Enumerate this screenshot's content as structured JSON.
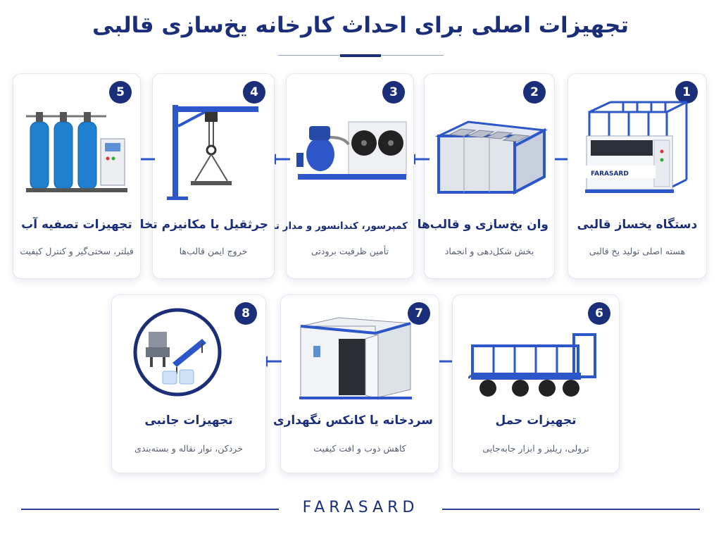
{
  "page": {
    "title": "تجهیزات اصلی برای احداث کارخانه یخ‌سازی قالبی",
    "brand": "FARASARD"
  },
  "colors": {
    "primary": "#1a2e7a",
    "accent": "#2d56c8"
  },
  "steps": [
    {
      "number": "1",
      "title": "دستگاه یخساز قالبی",
      "description": "هسته اصلی تولید یخ قالبی",
      "icon": "ice-machine-icon",
      "label": "FARASARD"
    },
    {
      "number": "2",
      "title": "وان یخ‌سازی و قالب‌ها",
      "description": "بخش شکل‌دهی و انجماد",
      "icon": "ice-tank-icon"
    },
    {
      "number": "3",
      "title": "کمپرسور، کندانسور و مدار تبرید",
      "description": "تأمین ظرفیت برودتی",
      "icon": "compressor-icon"
    },
    {
      "number": "4",
      "title": "جرثقیل یا مکانیزم تخلیه",
      "description": "خروج ایمن قالب‌ها",
      "icon": "crane-icon"
    },
    {
      "number": "5",
      "title": "تجهیزات تصفیه آب",
      "description": "فیلتر، سختی‌گیر و کنترل کیفیت",
      "icon": "water-filter-icon"
    },
    {
      "number": "6",
      "title": "تجهیزات حمل",
      "description": "ترولی، ریلیز و ابزار جابه‌جایی",
      "icon": "trolley-icon"
    },
    {
      "number": "7",
      "title": "سردخانه یا کانکس نگهداری",
      "description": "کاهش ذوب و افت کیفیت",
      "icon": "cold-room-icon"
    },
    {
      "number": "8",
      "title": "تجهیزات جانبی",
      "description": "خردکن، نوار نقاله و بسته‌بندی",
      "icon": "accessories-icon"
    }
  ]
}
